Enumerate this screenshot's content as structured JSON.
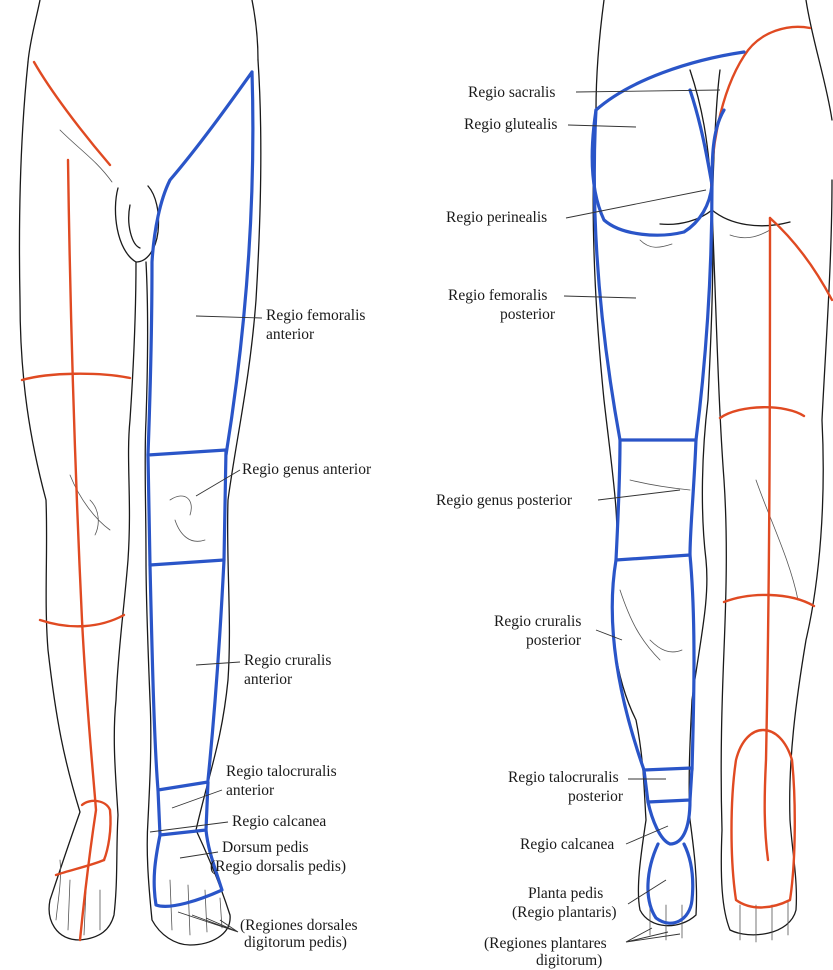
{
  "colors": {
    "regions_blue": "#2a55c8",
    "regions_red": "#e04a22",
    "outline": "#1a1a1a"
  },
  "anterior_view": {
    "labels": {
      "femoralis_anterior": [
        "Regio femoralis",
        "anterior"
      ],
      "genus_anterior": [
        "Regio genus anterior"
      ],
      "cruralis_anterior": [
        "Regio cruralis",
        "anterior"
      ],
      "talocruralis_anterior": [
        "Regio talocruralis",
        "anterior"
      ],
      "calcanea": [
        "Regio calcanea"
      ],
      "dorsum_pedis": [
        "Dorsum pedis",
        "(Regio dorsalis pedis)"
      ],
      "dorsales_digitorum": [
        "(Regiones dorsales",
        "digitorum pedis)"
      ]
    }
  },
  "posterior_view": {
    "labels": {
      "sacralis": [
        "Regio sacralis"
      ],
      "glutealis": [
        "Regio glutealis"
      ],
      "perinealis": [
        "Regio perinealis"
      ],
      "femoralis_posterior": [
        "Regio femoralis",
        "posterior"
      ],
      "genus_posterior": [
        "Regio genus posterior"
      ],
      "cruralis_posterior": [
        "Regio cruralis",
        "posterior"
      ],
      "talocruralis_posterior": [
        "Regio talocruralis",
        "posterior"
      ],
      "calcanea": [
        "Regio calcanea"
      ],
      "planta_pedis": [
        "Planta pedis",
        "(Regio plantaris)"
      ],
      "plantares_digitorum": [
        "(Regiones plantares",
        "digitorum)"
      ]
    }
  }
}
